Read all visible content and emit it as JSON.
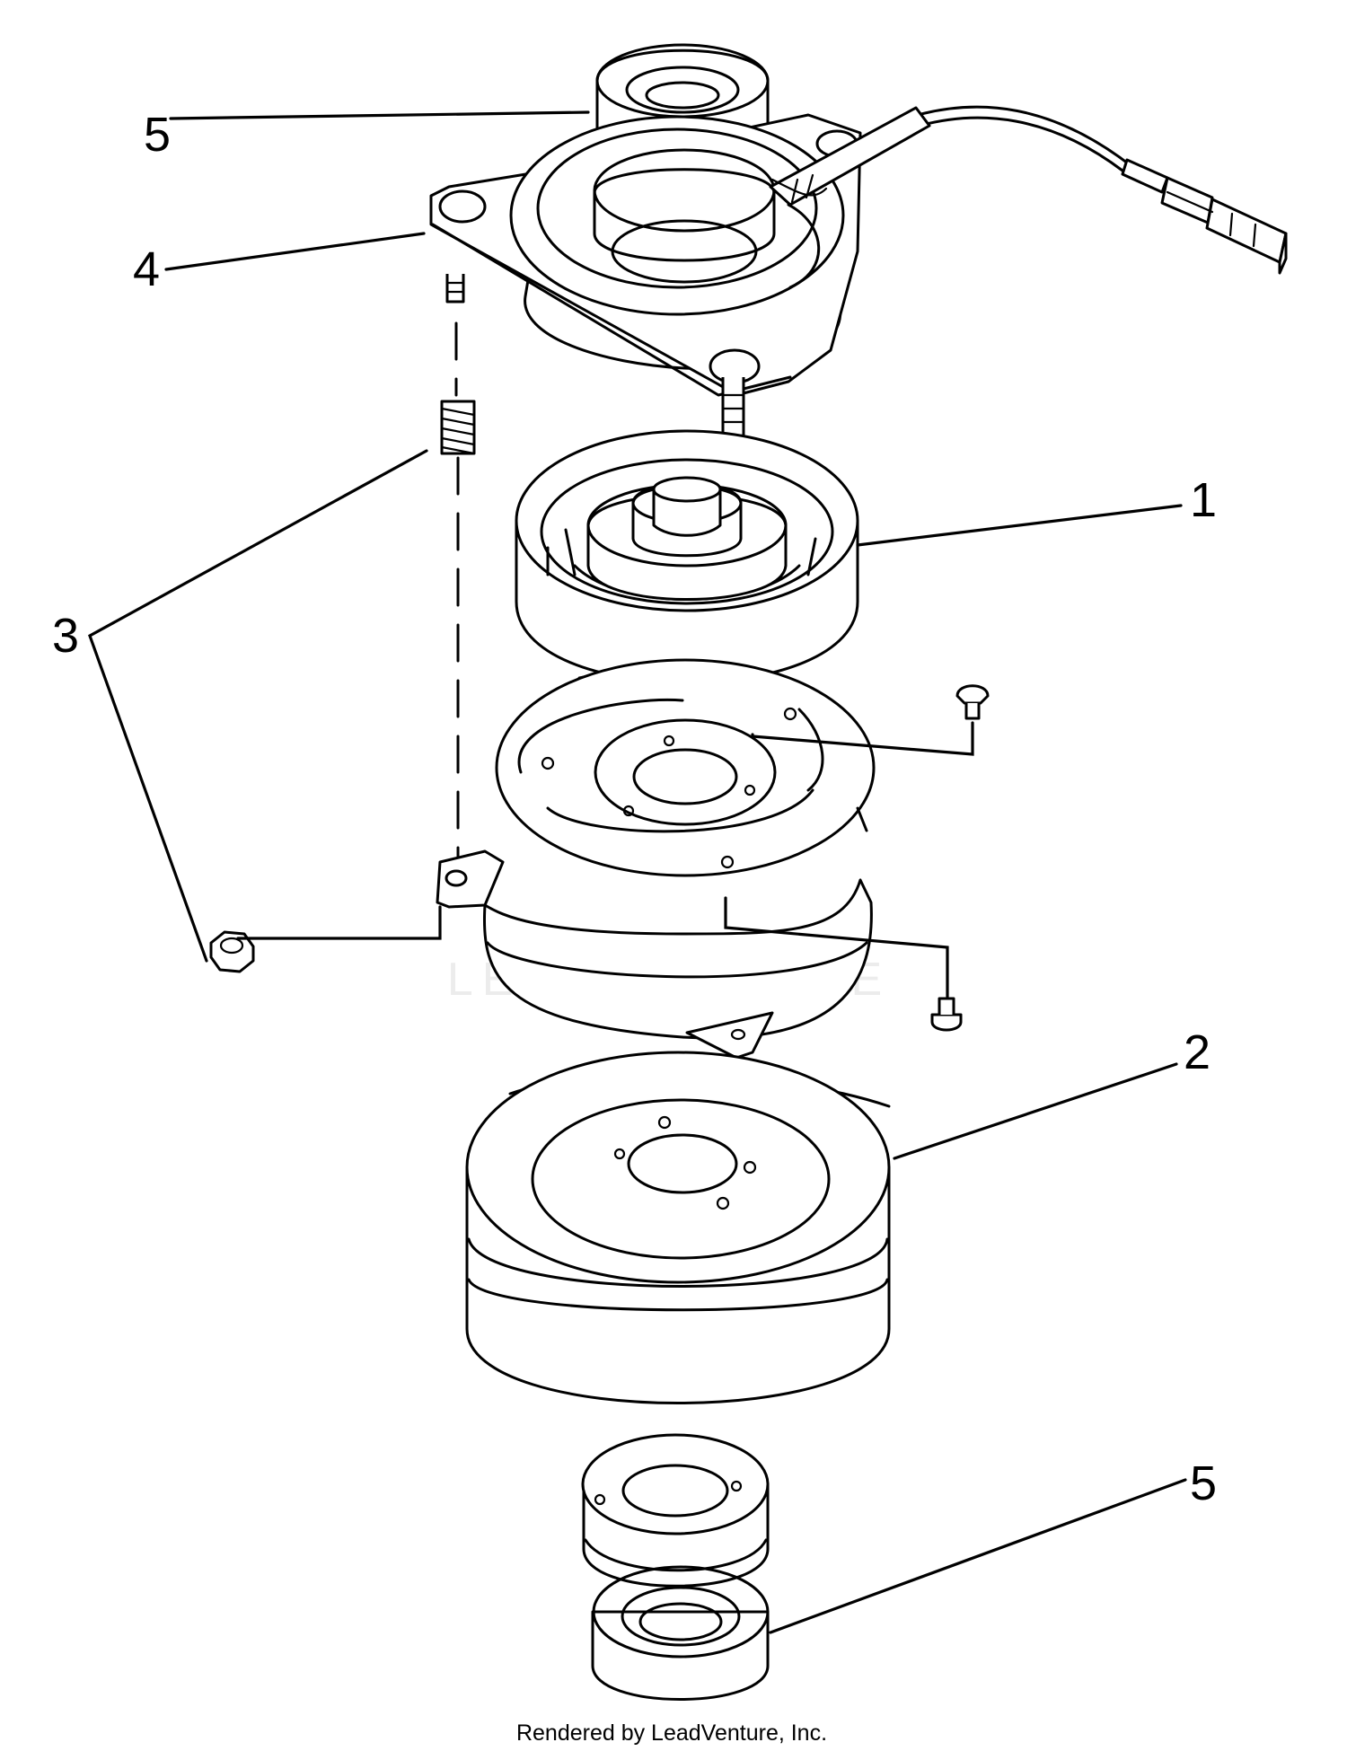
{
  "diagram": {
    "callouts": [
      "5",
      "4",
      "3",
      "1",
      "2",
      "5"
    ],
    "watermark": "LEADVENTURE",
    "footer": "Rendered by LeadVenture, Inc."
  }
}
